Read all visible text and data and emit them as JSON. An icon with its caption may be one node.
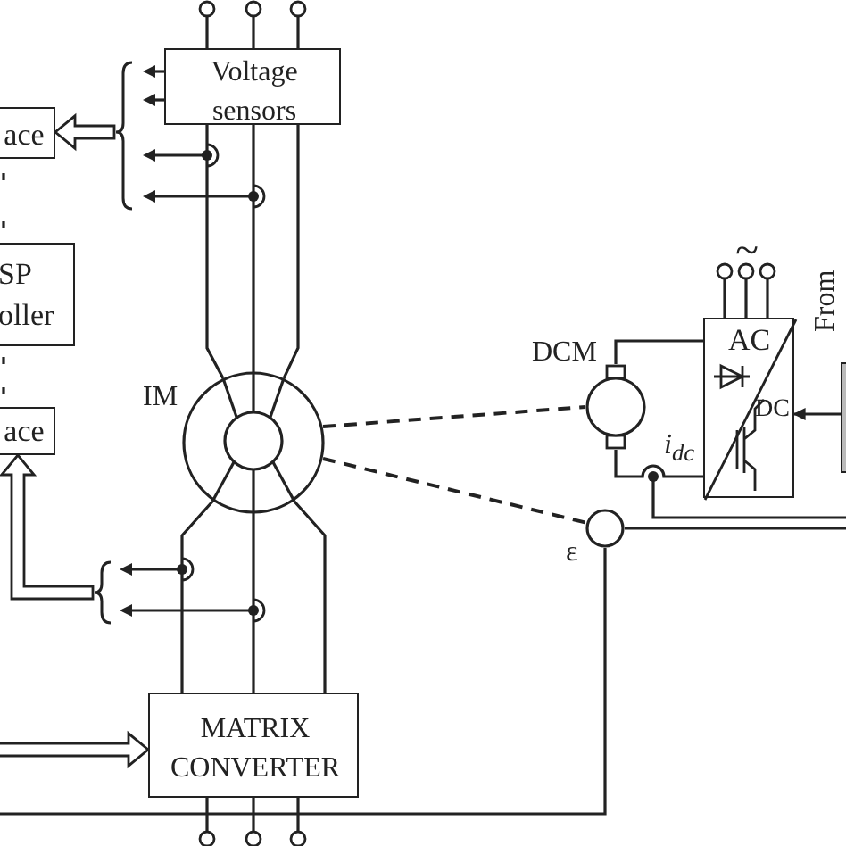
{
  "diagram": {
    "nodes": [
      {
        "text": [
          "Voltage sensors"
        ]
      },
      {
        "text": [
          "ace"
        ]
      },
      {
        "text": [
          "SP oller"
        ]
      },
      {
        "text": [
          "ace"
        ]
      },
      {
        "text": [],
        "shape": "circle",
        "beside": [
          "IM"
        ]
      },
      {
        "text": [
          "MATRIX CONVERTER"
        ]
      },
      {
        "text": [],
        "shape": "circle",
        "beside": [
          "DCM"
        ]
      },
      {
        "text": [],
        "shape": "circle",
        "beside": [
          "ε"
        ]
      },
      {
        "text": [
          "AC",
          "DC"
        ]
      },
      {
        "text": [],
        "shape": "box"
      }
    ],
    "edges": [
      {
        "from": null,
        "to": 1,
        "arrow": "to",
        "style": "thick"
      },
      {
        "from": null,
        "to": 3,
        "arrow": "to",
        "style": "thick"
      },
      {
        "from": null,
        "to": 5,
        "arrow": "to",
        "style": "thick"
      },
      {
        "from": 0,
        "to": 4,
        "arrow": "none"
      },
      {
        "from": 0,
        "to": 4,
        "arrow": "none"
      },
      {
        "from": 0,
        "to": 4,
        "arrow": "none"
      },
      {
        "from": 5,
        "to": 4,
        "arrow": "none"
      },
      {
        "from": 5,
        "to": 4,
        "arrow": "none"
      },
      {
        "from": 5,
        "to": 4,
        "arrow": "none"
      },
      {
        "from": 4,
        "to": 6,
        "arrow": "none",
        "style": "dashed"
      },
      {
        "from": 4,
        "to": 7,
        "arrow": "none",
        "style": "dashed"
      },
      {
        "from": 6,
        "to": 8,
        "arrow": "none"
      },
      {
        "from": 6,
        "to": 8,
        "arrow": "none"
      },
      {
        "from": 7,
        "to": null,
        "arrow": "none"
      },
      {
        "from": 7,
        "to": null,
        "arrow": "none"
      },
      {
        "from": 9,
        "to": 8,
        "arrow": "to"
      }
    ],
    "labels": [
      "From",
      "~",
      "i$_{dc}$"
    ]
  }
}
